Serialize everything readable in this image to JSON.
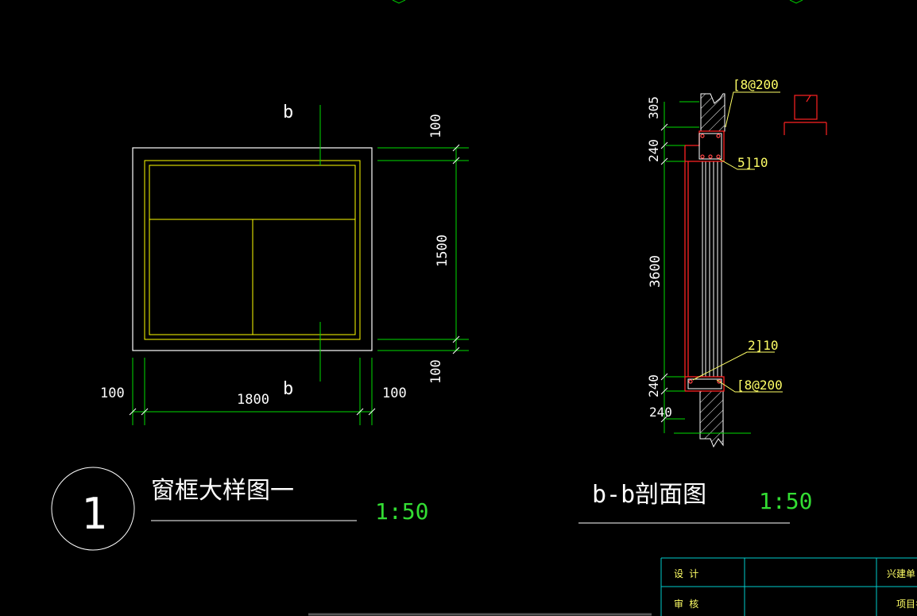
{
  "colors": {
    "background": "#000000",
    "frame": "#ffffff",
    "window": "#ffff00",
    "dimension": "#00dd00",
    "section_red": "#ff2222",
    "label_yellow": "#ffff66",
    "titleblock": "#00cccc"
  },
  "elevation": {
    "cut_top": "b",
    "cut_bottom": "b",
    "dim_left": "100",
    "dim_width": "1800",
    "dim_right": "100",
    "dim_top": "100",
    "dim_height": "1500",
    "dim_bottom": "100"
  },
  "section": {
    "dim_305": "305",
    "dim_240_top": "240",
    "dim_3600": "3600",
    "dim_240_bot": "240",
    "dim_240_base": "240",
    "rebar_top": "[8@200",
    "rebar_main_top": "5]10",
    "rebar_main_bot": "2]10",
    "rebar_bot": "[8@200"
  },
  "titles": {
    "detail_number": "1",
    "detail_title": "窗框大样图一",
    "detail_scale": "1:50",
    "section_title": "b-b剖面图",
    "section_scale": "1:50"
  },
  "titleblock": {
    "row1_label": "设 计",
    "row2_label": "审 核",
    "row1_right": "兴建单",
    "row2_right": "项目名"
  }
}
